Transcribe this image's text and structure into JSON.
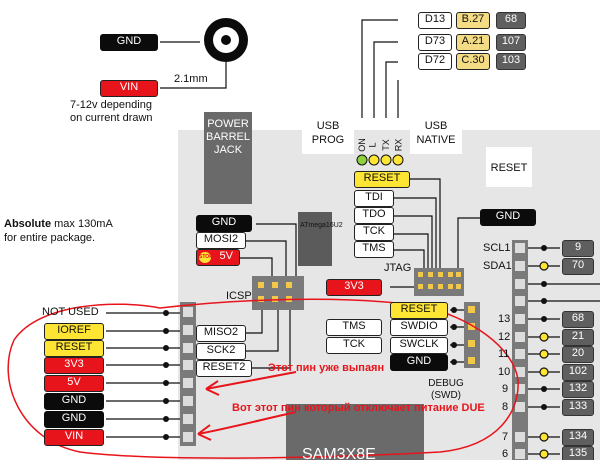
{
  "power_jack": {
    "gnd": "GND",
    "vin": "VIN",
    "size": "2.1mm",
    "vin_note_line1": "7-12v depending",
    "vin_note_line2": "on current drawn",
    "barrel_l1": "POWER",
    "barrel_l2": "BARREL",
    "barrel_l3": "JACK"
  },
  "usb": {
    "prog_l1": "USB",
    "prog_l2": "PROG",
    "native_l1": "USB",
    "native_l2": "NATIVE"
  },
  "leds": [
    "ON",
    "L",
    "TX",
    "RX"
  ],
  "top_pins": [
    {
      "name": "D13",
      "port": "B.27",
      "num": "68"
    },
    {
      "name": "D73",
      "port": "A.21",
      "num": "107"
    },
    {
      "name": "D72",
      "port": "C.30",
      "num": "103"
    }
  ],
  "reset_button": "RESET",
  "jtag": {
    "label": "JTAG",
    "reset": "RESET",
    "pins": [
      "TDI",
      "TDO",
      "TCK",
      "TMS"
    ],
    "gnd": "GND",
    "v3": "3V3"
  },
  "icsp": {
    "label": "ICSP",
    "chip": "ATmega16U2",
    "gnd": "GND",
    "mosi": "MOSI2",
    "v5": "5V",
    "stop": "STOP",
    "miso": "MISO2",
    "sck": "SCK2",
    "reset": "RESET2"
  },
  "note": {
    "bold": "Absolute",
    "rest": " max 130mA",
    "line2": "for entire package."
  },
  "left_pins": [
    {
      "label": "NOT USED",
      "style": "plain"
    },
    {
      "label": "IOREF",
      "style": "yellow"
    },
    {
      "label": "RESET",
      "style": "yellow"
    },
    {
      "label": "3V3",
      "style": "red"
    },
    {
      "label": "5V",
      "style": "red"
    },
    {
      "label": "GND",
      "style": "black"
    },
    {
      "label": "GND",
      "style": "black"
    },
    {
      "label": "VIN",
      "style": "red"
    }
  ],
  "swd": {
    "reset": "RESET",
    "tms": "TMS",
    "swdio": "SWDIO",
    "tck": "TCK",
    "swclk": "SWCLK",
    "gnd": "GND",
    "debug_l1": "DEBUG",
    "debug_l2": "(SWD)"
  },
  "chip": "SAM3X8E",
  "right_pins": [
    {
      "label": "SCL1",
      "num": "9"
    },
    {
      "label": "SDA1",
      "num": "70"
    }
  ],
  "right_gnd": "GND",
  "digital_pins": [
    {
      "label": "13",
      "num": "68"
    },
    {
      "label": "12",
      "num": "21"
    },
    {
      "label": "11",
      "num": "20"
    },
    {
      "label": "10",
      "num": "102"
    },
    {
      "label": "9",
      "num": "132"
    },
    {
      "label": "8",
      "num": "133"
    },
    {
      "label": "7",
      "num": "134"
    },
    {
      "label": "6",
      "num": "135"
    }
  ],
  "annotations": {
    "pin_soldered": "Этот пин уже выпаян",
    "pin_cuts_power": "Вот этот пин который отключает питание DUE"
  },
  "colors": {
    "board": "#e6e6e6",
    "header": "#7a7a7a",
    "annotation": "#e8141b"
  }
}
